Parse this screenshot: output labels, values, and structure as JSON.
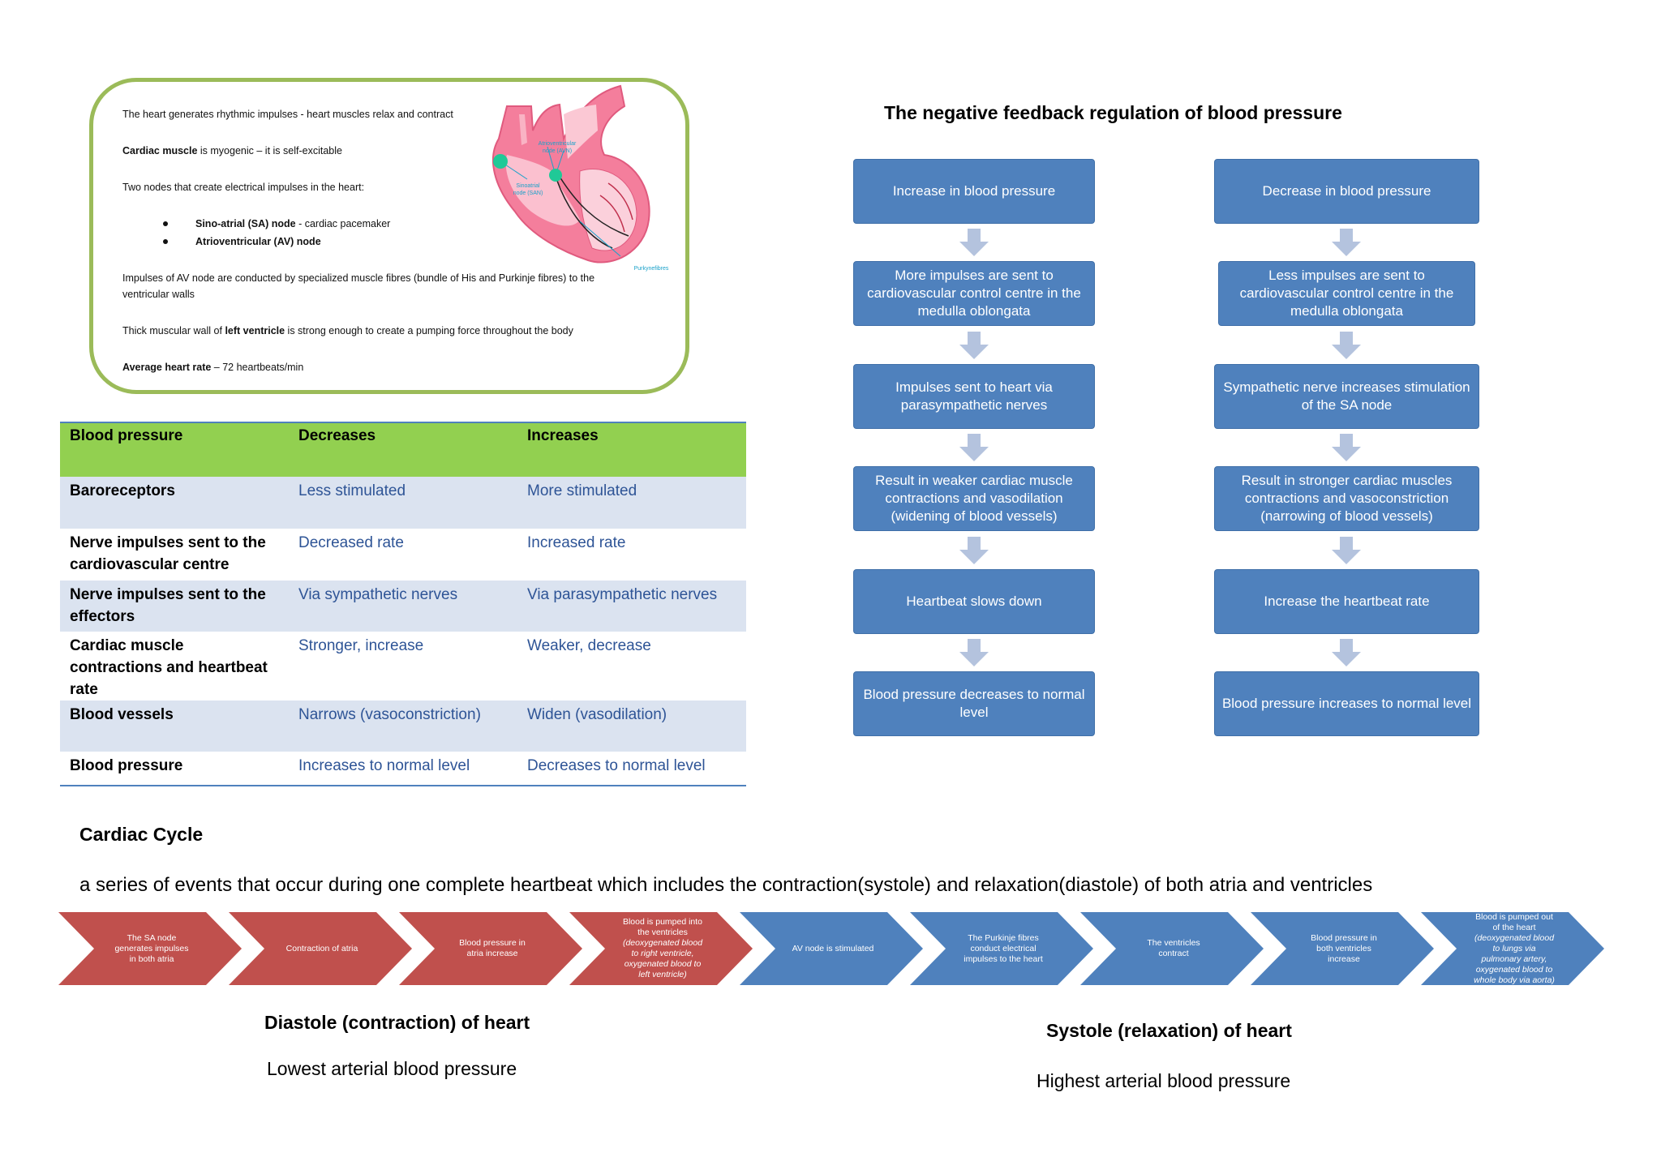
{
  "info_card": {
    "line1": "The heart generates rhythmic impulses - heart muscles relax and contract",
    "line2_bold": "Cardiac muscle",
    "line2_rest": " is myogenic – it is self-excitable",
    "line3": "Two nodes that create electrical impulses in the heart:",
    "bullets": [
      {
        "bold": "Sino-atrial (SA) node",
        "rest": " - cardiac pacemaker"
      },
      {
        "bold": "Atrioventricular (AV) node",
        "rest": ""
      }
    ],
    "line4a": "Impulses of AV node are conducted by specialized muscle fibres (bundle of His and Purkinje fibres) to the",
    "line4b": "ventricular walls",
    "line5_pre": "Thick muscular wall of ",
    "line5_bold": "left ventricle",
    "line5_post": " is strong enough to create a pumping force throughout the body",
    "line6_bold": "Average heart rate",
    "line6_rest": " – 72 heartbeats/min",
    "diagram_labels": {
      "av": [
        "Atrioventricular",
        "node (AVN)"
      ],
      "sa": [
        "Sinoatrial",
        "node (SAN)"
      ],
      "purkinje": "Purkynefibres"
    }
  },
  "table": {
    "header": [
      "Blood pressure",
      "Decreases",
      "Increases"
    ],
    "rows": [
      {
        "label": "Baroreceptors",
        "dec": "Less stimulated",
        "inc": "More stimulated"
      },
      {
        "label": "Nerve impulses sent to the cardiovascular centre",
        "dec": "Decreased rate",
        "inc": "Increased rate"
      },
      {
        "label": "Nerve impulses sent to the effectors",
        "dec": "Via sympathetic nerves",
        "inc": "Via parasympathetic nerves"
      },
      {
        "label": "Cardiac muscle contractions and heartbeat rate",
        "dec": "Stronger, increase",
        "inc": "Weaker, decrease"
      },
      {
        "label": "Blood vessels",
        "dec": "Narrows (vasoconstriction)",
        "inc": "Widen (vasodilation)"
      },
      {
        "label": "Blood pressure",
        "dec": "Increases to normal level",
        "inc": "Decreases to normal level"
      }
    ]
  },
  "feedback": {
    "title": "The negative feedback regulation of blood pressure",
    "left": [
      "Increase in blood pressure",
      "More impulses are sent to cardiovascular control centre in the medulla oblongata",
      "Impulses sent to heart via parasympathetic nerves",
      "Result in weaker cardiac muscle contractions and vasodilation (widening of blood vessels)",
      "Heartbeat slows down",
      "Blood pressure decreases to normal level"
    ],
    "right": [
      "Decrease in blood pressure",
      "Less impulses are sent to cardiovascular control centre in the medulla oblongata",
      "Sympathetic nerve increases stimulation of the SA node",
      "Result in stronger cardiac muscles contractions and vasoconstriction (narrowing of blood vessels)",
      "Increase the heartbeat rate",
      "Blood pressure increases to normal level"
    ]
  },
  "cardiac_cycle": {
    "title": "Cardiac Cycle",
    "definition": "a series of events that occur during one complete heartbeat which includes the contraction(systole) and relaxation(diastole) of both atria and ventricles",
    "colors": {
      "red": "#c0504d",
      "blue": "#4f81bd"
    },
    "steps": [
      {
        "color": "red",
        "text": "The SA node generates impulses in both atria",
        "italic": ""
      },
      {
        "color": "red",
        "text": "Contraction of atria",
        "italic": ""
      },
      {
        "color": "red",
        "text": "Blood pressure in atria increase",
        "italic": ""
      },
      {
        "color": "red",
        "text": "Blood is pumped into the ventricles ",
        "italic": "(deoxygenated blood to right ventricle, oxygenated blood to left ventricle)"
      },
      {
        "color": "blue",
        "text": "AV node is stimulated",
        "italic": ""
      },
      {
        "color": "blue",
        "text": "The Purkinje fibres conduct electrical impulses to the heart",
        "italic": ""
      },
      {
        "color": "blue",
        "text": "The ventricles contract",
        "italic": ""
      },
      {
        "color": "blue",
        "text": "Blood pressure in both ventricles increase",
        "italic": ""
      },
      {
        "color": "blue",
        "text": "Blood is pumped out of the heart ",
        "italic": "(deoxygenated blood to lungs via pulmonary artery, oxygenated blood to whole body via aorta)"
      }
    ],
    "diastole_title": "Diastole (contraction) of heart",
    "diastole_sub": "Lowest arterial blood pressure",
    "systole_title": "Systole (relaxation) of heart",
    "systole_sub": "Highest arterial blood pressure"
  }
}
